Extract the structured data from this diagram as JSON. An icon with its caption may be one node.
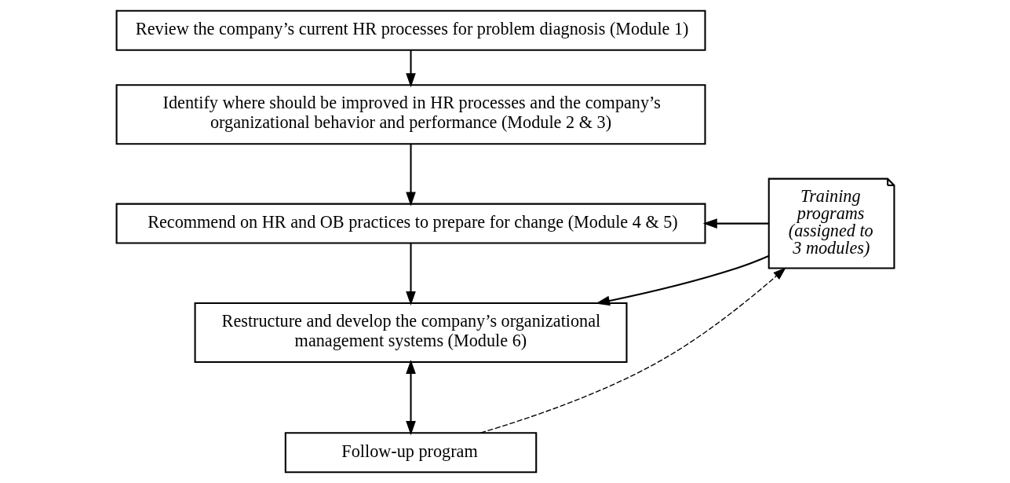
{
  "diagram": {
    "nodes": [
      {
        "text": [
          "Review the company’s current HR processes for problem diagnosis (Module 1)"
        ]
      },
      {
        "text": [
          "Identify where should be improved in HR processes and the company’s organizational behavior and performance (Module 2 & 3)"
        ]
      },
      {
        "text": [
          "Recommend on HR and OB practices to prepare for change (Module 4 & 5)"
        ]
      },
      {
        "text": [
          "Restructure and develop the company’s organizational management systems (Module 6)"
        ]
      },
      {
        "text": [
          "Follow-up program"
        ]
      },
      {
        "text": [
          "Training programs (assigned to 3 modules)"
        ]
      }
    ],
    "edges": [
      {
        "from": 0,
        "to": 1,
        "arrow": "to"
      },
      {
        "from": 1,
        "to": 2,
        "arrow": "to"
      },
      {
        "from": 2,
        "to": 3,
        "arrow": "to"
      },
      {
        "from": 3,
        "to": 4,
        "arrow": "both"
      },
      {
        "from": 5,
        "to": 2,
        "arrow": "to"
      },
      {
        "from": 5,
        "to": 3,
        "arrow": "to"
      },
      {
        "from": 4,
        "to": 5,
        "arrow": "to",
        "style": "dashed"
      }
    ]
  }
}
